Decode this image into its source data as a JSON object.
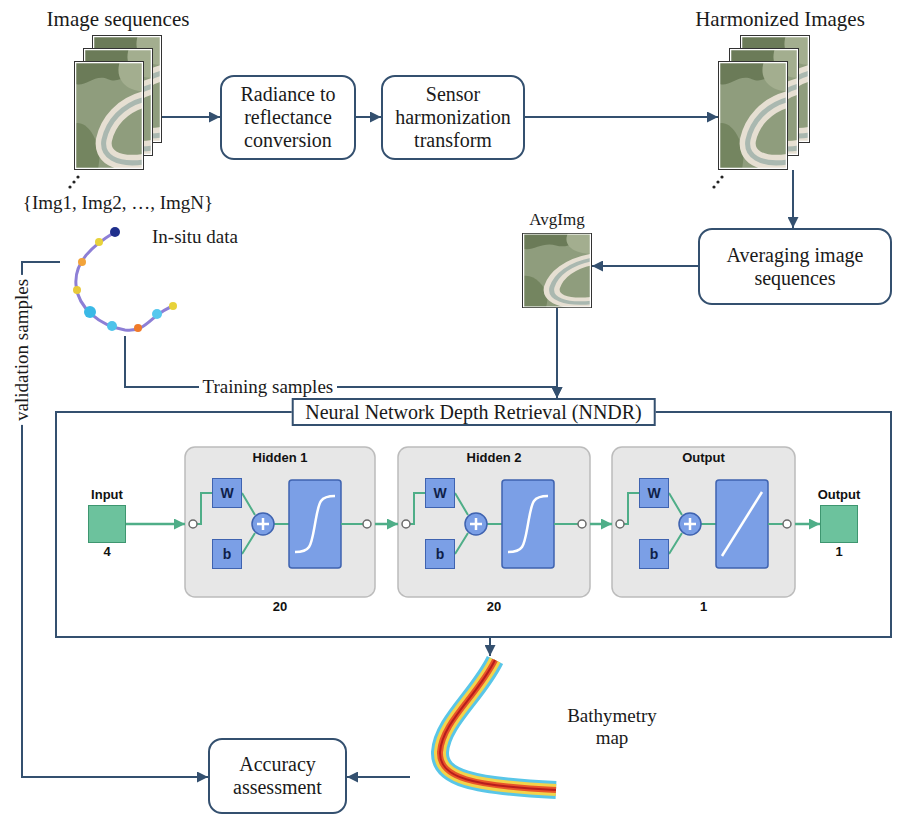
{
  "diagram": {
    "nodes": [
      {
        "text": [
          "Image sequences",
          "{Img1, Img2, …, ImgN}"
        ]
      },
      {
        "text": [
          "Radiance to reflectance conversion"
        ]
      },
      {
        "text": [
          "Sensor harmonization transform"
        ]
      },
      {
        "text": [
          "Harmonized Images"
        ]
      },
      {
        "text": [
          "Averaging image sequences"
        ]
      },
      {
        "text": [
          "AvgImg"
        ]
      },
      {
        "text": [
          "In-situ data"
        ]
      },
      {
        "text": [
          "Neural Network Depth Retrieval (NNDR)"
        ]
      },
      {
        "text": [
          "Input",
          "4"
        ],
        "in": 7
      },
      {
        "text": [
          "Hidden 1",
          "20"
        ],
        "in": 7
      },
      {
        "text": [
          "W"
        ],
        "in": 9
      },
      {
        "text": [
          "b"
        ],
        "in": 9
      },
      {
        "text": [
          "Hidden 2",
          "20"
        ],
        "in": 7
      },
      {
        "text": [
          "W"
        ],
        "in": 12
      },
      {
        "text": [
          "b"
        ],
        "in": 12
      },
      {
        "text": [
          "Output",
          "1"
        ],
        "in": 7
      },
      {
        "text": [
          "W"
        ],
        "in": 15
      },
      {
        "text": [
          "b"
        ],
        "in": 15
      },
      {
        "text": [
          "Output",
          "1"
        ],
        "in": 7
      },
      {
        "text": [
          "Bathymetry map"
        ]
      },
      {
        "text": [
          "Accuracy assessment"
        ]
      }
    ],
    "edges": [
      {
        "from": 0,
        "to": 1,
        "arrow": "to"
      },
      {
        "from": 1,
        "to": 2,
        "arrow": "to"
      },
      {
        "from": 2,
        "to": 3,
        "arrow": "to"
      },
      {
        "from": 3,
        "to": 4,
        "arrow": "to"
      },
      {
        "from": 4,
        "to": 5,
        "arrow": "to"
      },
      {
        "from": 6,
        "to": 7,
        "label": "Training samples",
        "arrow": "to"
      },
      {
        "from": 5,
        "to": 7,
        "arrow": "to"
      },
      {
        "from": 8,
        "to": 9,
        "arrow": "to"
      },
      {
        "from": 9,
        "to": 12,
        "arrow": "to"
      },
      {
        "from": 12,
        "to": 15,
        "arrow": "to"
      },
      {
        "from": 15,
        "to": 18,
        "arrow": "to"
      },
      {
        "from": 7,
        "to": 19,
        "arrow": "to"
      },
      {
        "from": 19,
        "to": 20,
        "arrow": "to"
      },
      {
        "from": 6,
        "to": 20,
        "label": "validation samples",
        "arrow": "to"
      }
    ]
  }
}
